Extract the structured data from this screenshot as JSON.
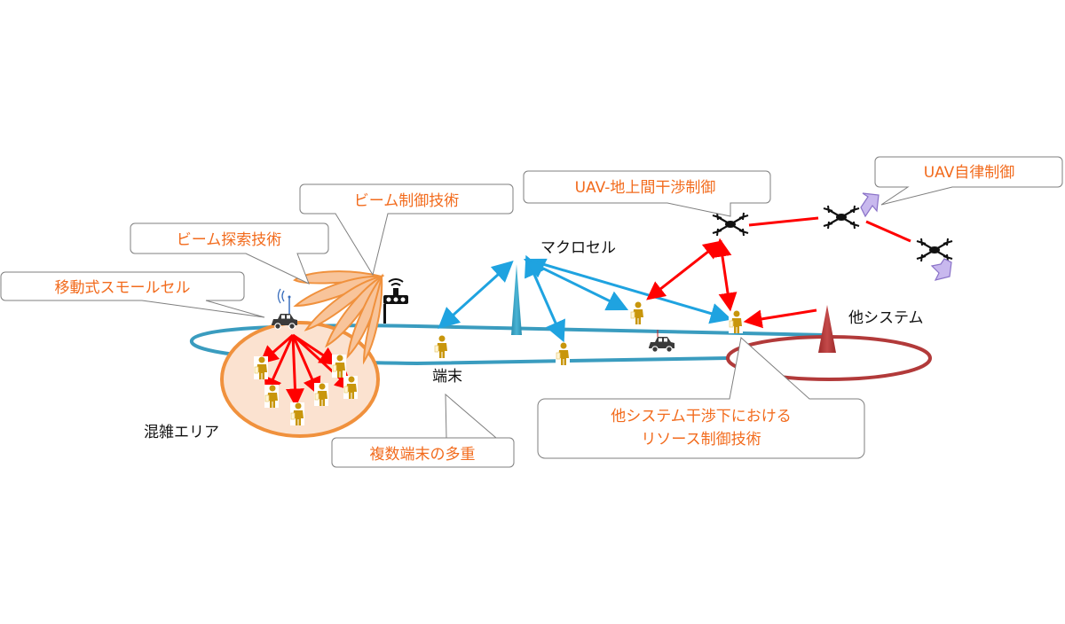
{
  "colors": {
    "callout_text": "#f26b1d",
    "callout_border": "#7f7f7f",
    "macro_link": "#1fa3e0",
    "interference": "#ff0000",
    "macro_ring": "#3a9cbf",
    "other_system": "#b23a3a",
    "congestion_fill": "#fbe2d0",
    "congestion_border": "#f0913d",
    "beam_fill": "#f8c49a",
    "terminal": "#c8960c",
    "uav_arrow": "#c8b8ee"
  },
  "callouts": {
    "mobile_small_cell": "移動式スモールセル",
    "beam_search": "ビーム探索技術",
    "beam_control": "ビーム制御技術",
    "uav_ground_interference": "UAV-地上間干渉制御",
    "uav_autonomous": "UAV自律制御",
    "multi_terminal": "複数端末の多重",
    "resource_control_line1": "他システム干渉下における",
    "resource_control_line2": "リソース制御技術"
  },
  "labels": {
    "macro_cell": "マクロセル",
    "other_system": "他システム",
    "terminal": "端末",
    "congested_area": "混雑エリア"
  },
  "icons": {
    "terminal": "person-with-device-icon",
    "car": "car-icon",
    "base_station": "base-station-icon",
    "uav": "drone-icon",
    "direction": "direction-arrow-icon",
    "antenna": "antenna-tower-icon"
  }
}
